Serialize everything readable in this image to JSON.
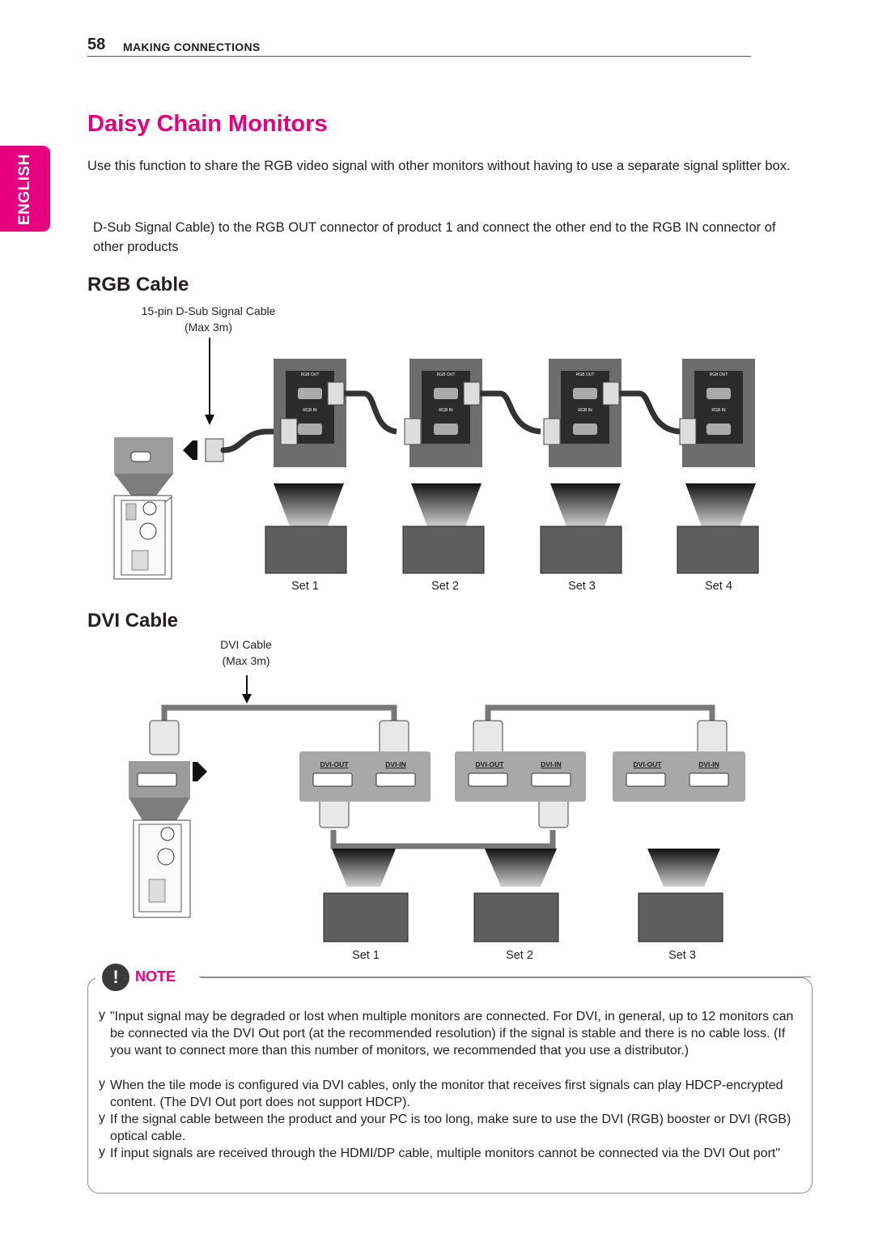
{
  "header": {
    "page_number": "58",
    "section": "MAKING CONNECTIONS"
  },
  "language_tab": "ENGLISH",
  "title": "Daisy Chain Monitors",
  "intro": "Use this function to share the RGB video signal with other monitors without having to use a separate signal splitter box.",
  "instruction": "D-Sub Signal Cable) to the RGB OUT connector of product 1 and connect the other end to the RGB IN connector of other products",
  "rgb_section": {
    "heading": "RGB Cable",
    "cable_label": "15-pin D-Sub Signal Cable",
    "cable_max": "(Max 3m)",
    "port_out": "RGB OUT",
    "port_in": "RGB IN",
    "sets": [
      "Set 1",
      "Set 2",
      "Set 3",
      "Set 4"
    ]
  },
  "dvi_section": {
    "heading": "DVI Cable",
    "cable_label": "DVI Cable",
    "cable_max": "(Max 3m)",
    "port_out": "DVI-OUT",
    "port_in": "DVI-IN",
    "sets": [
      "Set 1",
      "Set 2",
      "Set 3"
    ]
  },
  "note": {
    "icon": "!",
    "label": "NOTE",
    "bullet": "y",
    "items": [
      "\"Input signal may be degraded or lost when multiple monitors are connected. For DVI, in general, up to 12 monitors can be connected via the DVI Out port (at the recommended resolution) if the signal is stable and there is no cable loss. (If you want to connect more than this number of monitors, we recommended that you use a distributor.)",
      "When the tile mode is configured via DVI cables, only the monitor that receives first signals can play HDCP-encrypted content. (The DVI Out port does not support HDCP).",
      "If the signal cable between the product and your PC is too long, make sure to use the DVI (RGB) booster or DVI (RGB) optical cable.",
      "If input signals are received through the HDMI/DP cable, multiple monitors cannot be connected via the DVI Out port\""
    ]
  }
}
